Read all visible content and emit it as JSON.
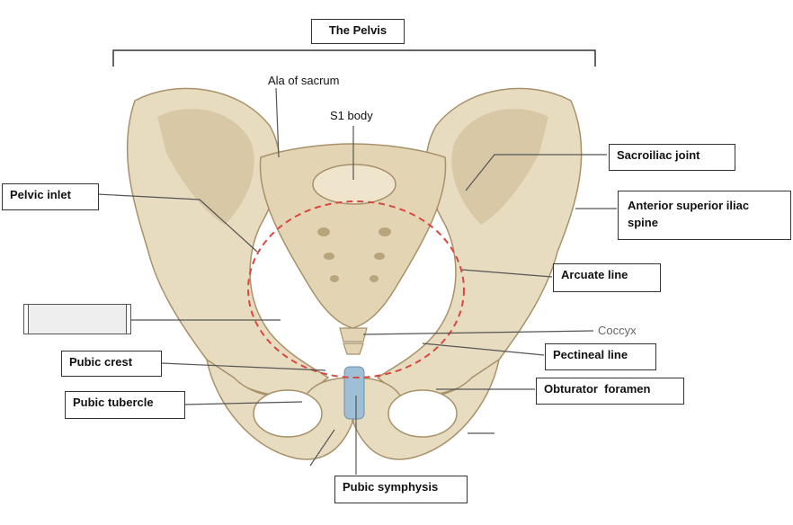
{
  "title": "The Pelvis",
  "colors": {
    "bone_fill": "#e8dcc0",
    "bone_shade": "#cdbb94",
    "bone_outline": "#a8916a",
    "cartilage": "#9fbfd6",
    "inlet_dash": "#d9473f",
    "leader": "#555555"
  },
  "labels": {
    "ala_of_sacrum": "Ala of sacrum",
    "s1_body": "S1 body",
    "sacroiliac_joint": "Sacroiliac joint",
    "pelvic_inlet": "Pelvic inlet",
    "anterior_superior_iliac_spine": "Anterior superior iliac spine",
    "arcuate_line": "Arcuate line",
    "coccyx": "Coccyx",
    "pectineal_line": "Pectineal line",
    "pubic_crest": "Pubic crest",
    "pubic_tubercle": "Pubic tubercle",
    "obturator_foramen": "Obturator  foramen",
    "pubic_symphysis": "Pubic symphysis"
  }
}
